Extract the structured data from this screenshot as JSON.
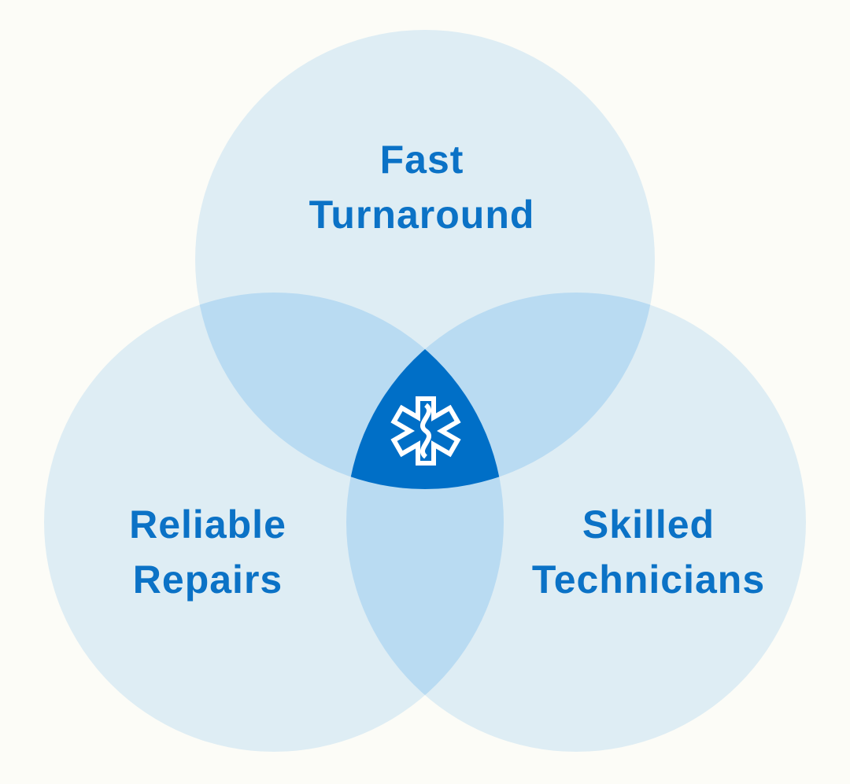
{
  "colors": {
    "background": "#fcfcf7",
    "circle_fill": "#deedf4",
    "pair_overlap_fill": "#b9dbf2",
    "center_fill": "#006fc7",
    "label_color": "#0b72c6",
    "icon_color": "#ffffff"
  },
  "circles": {
    "top": {
      "line1": "Fast",
      "line2": "Turnaround"
    },
    "left": {
      "line1": "Reliable",
      "line2": "Repairs"
    },
    "right": {
      "line1": "Skilled",
      "line2": "Technicians"
    }
  },
  "center_icon": "star-of-life-icon"
}
